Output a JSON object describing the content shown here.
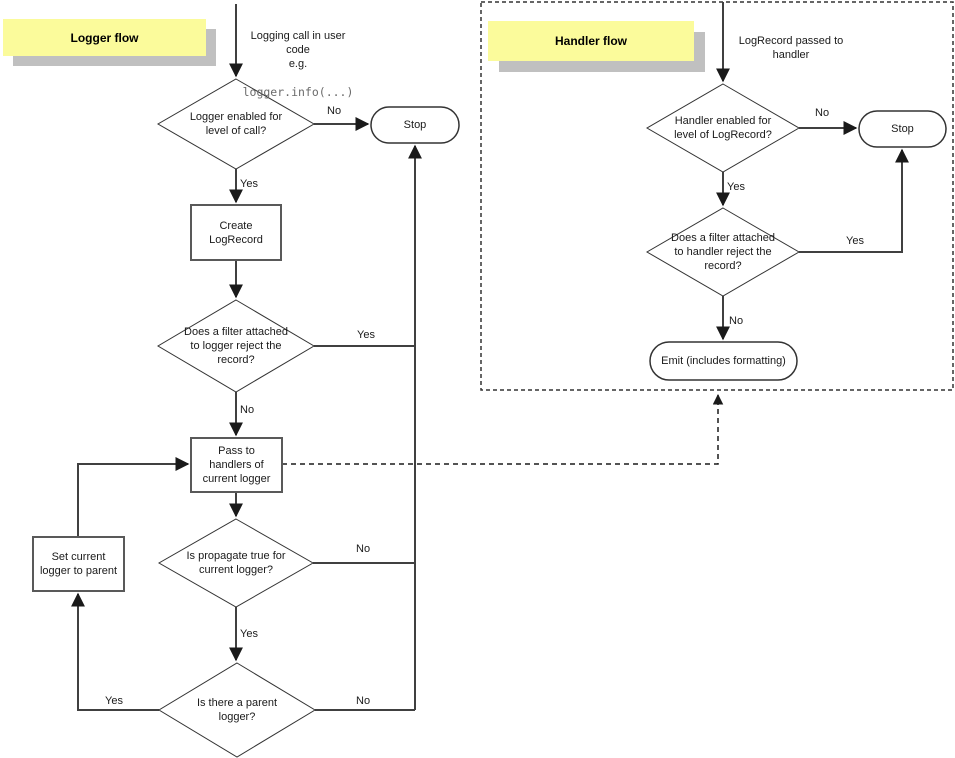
{
  "colors": {
    "label_bg": "#fbfb9b",
    "label_shadow": "#c0c0c0",
    "line": "#404040",
    "shape_stroke": "#333333",
    "code_text": "#6b6b6b"
  },
  "logger": {
    "title": "Logger flow",
    "note": "Logging call in user\ncode\ne.g.",
    "note_code": "logger.info(...)",
    "nodes": {
      "level_check": "Logger enabled for\nlevel of call?",
      "stop": "Stop",
      "create": "Create\nLogRecord",
      "filter_check": "Does a filter attached\nto logger reject the\nrecord?",
      "pass": "Pass to\nhandlers of\ncurrent logger",
      "propagate_check": "Is propagate true for\ncurrent logger?",
      "parent_check": "Is there a parent\nlogger?",
      "set_parent": "Set current\nlogger to parent"
    },
    "edges": {
      "level_no": "No",
      "level_yes": "Yes",
      "filter_yes": "Yes",
      "filter_no": "No",
      "propagate_no": "No",
      "propagate_yes": "Yes",
      "parent_no": "No",
      "parent_yes": "Yes"
    }
  },
  "handler": {
    "title": "Handler flow",
    "note": "LogRecord passed to\nhandler",
    "nodes": {
      "level_check": "Handler enabled for\nlevel of LogRecord?",
      "stop": "Stop",
      "filter_check": "Does a filter attached\nto handler reject the\nrecord?",
      "emit": "Emit (includes formatting)"
    },
    "edges": {
      "level_no": "No",
      "level_yes": "Yes",
      "filter_yes": "Yes",
      "filter_no": "No"
    }
  }
}
